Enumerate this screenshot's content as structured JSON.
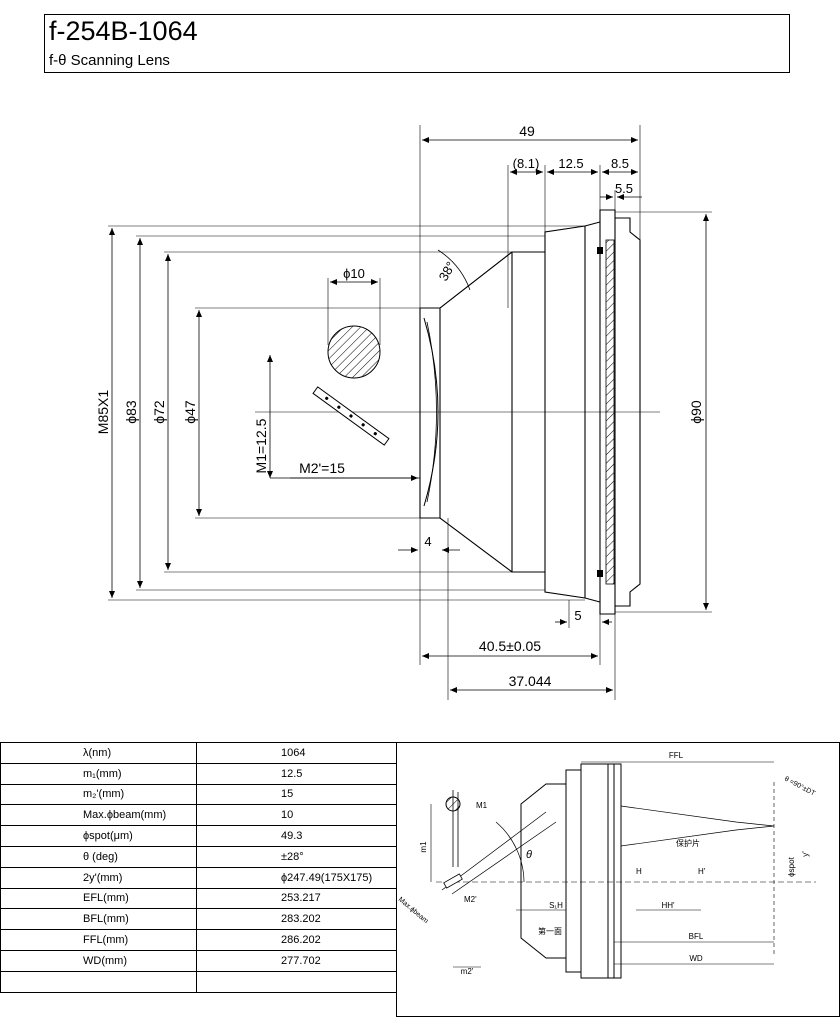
{
  "header": {
    "title": "f-254B-1064",
    "subtitle": "f-θ Scanning Lens"
  },
  "drawing": {
    "dim_49": "49",
    "dim_8_1": "(8.1)",
    "dim_12_5": "12.5",
    "dim_8_5": "8.5",
    "dim_5_5": "5.5",
    "dim_38deg": "38°",
    "dim_phi10": "ϕ10",
    "dim_m85": "M85X1",
    "dim_phi83": "ϕ83",
    "dim_phi72": "ϕ72",
    "dim_phi47": "ϕ47",
    "dim_m1": "M1=12.5",
    "dim_m2": "M2'=15",
    "dim_4": "4",
    "dim_5": "5",
    "dim_40_5": "40.5±0.05",
    "dim_37_044": "37.044",
    "dim_phi90": "ϕ90"
  },
  "specs": [
    {
      "key": "λ(nm)",
      "value": "1064"
    },
    {
      "key": "m₁(mm)",
      "value": "12.5"
    },
    {
      "key": "m₂'(mm)",
      "value": "15"
    },
    {
      "key": "Max.ϕbeam(mm)",
      "value": "10"
    },
    {
      "key": "ϕspot(μm)",
      "value": "49.3"
    },
    {
      "key": "θ (deg)",
      "value": "±28°"
    },
    {
      "key": "2y'(mm)",
      "value": "ϕ247.49(175X175)"
    },
    {
      "key": "EFL(mm)",
      "value": "253.217"
    },
    {
      "key": "BFL(mm)",
      "value": "283.202"
    },
    {
      "key": "FFL(mm)",
      "value": "286.202"
    },
    {
      "key": "WD(mm)",
      "value": "277.702"
    },
    {
      "key": "",
      "value": ""
    }
  ],
  "schematic": {
    "ffl": "FFL",
    "bfl": "BFL",
    "wd": "WD",
    "m1": "M1",
    "m1_side": "m1",
    "m2": "M2'",
    "m2_bottom": "m2'",
    "max_beam": "Max.ϕbeam",
    "theta": "θ",
    "theta_formula": "θ =90°±DT",
    "protect": "保护片",
    "first_face": "第一面",
    "h": "H",
    "h_prime": "H'",
    "hh": "HH'",
    "s1h": "S₁H",
    "phi_spot": "ϕspot",
    "y_prime": "y'"
  }
}
